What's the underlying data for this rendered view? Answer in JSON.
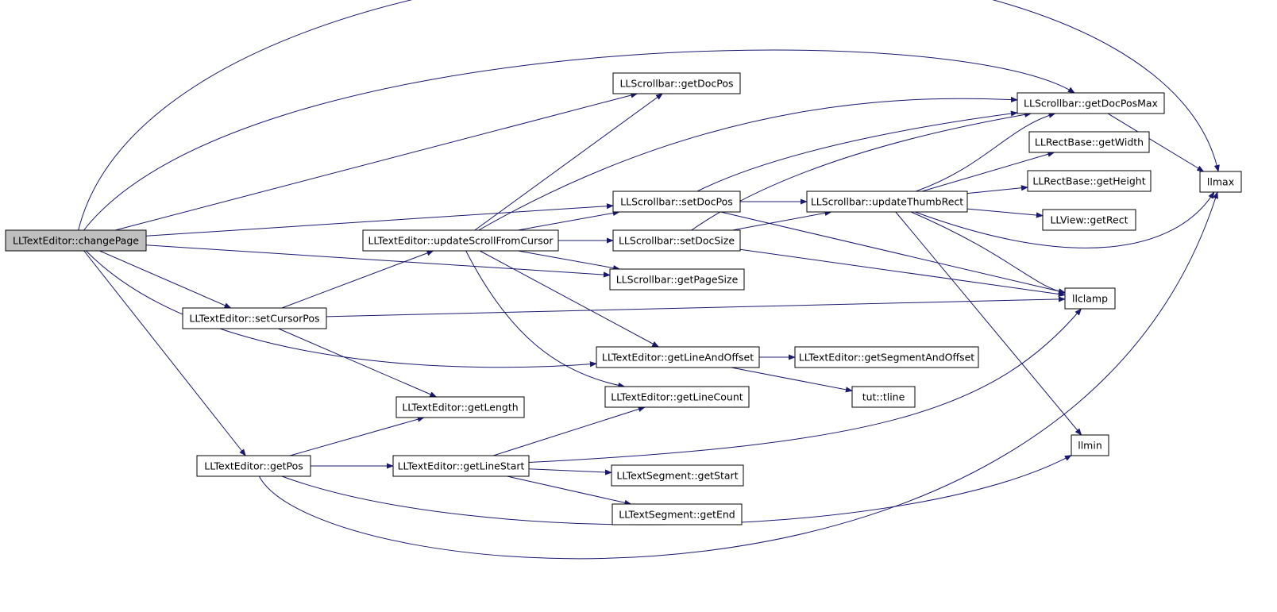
{
  "colors": {
    "edge": "#191970",
    "node_border": "#000000",
    "node_fill": "#ffffff",
    "root_fill": "#bfbfbf",
    "background": "#ffffff"
  },
  "nodes": {
    "changePage": {
      "label": "LLTextEditor::changePage",
      "root": true
    },
    "updateScrollFromCursor": {
      "label": "LLTextEditor::updateScrollFromCursor"
    },
    "setCursorPos": {
      "label": "LLTextEditor::setCursorPos"
    },
    "getPos": {
      "label": "LLTextEditor::getPos"
    },
    "getLength": {
      "label": "LLTextEditor::getLength"
    },
    "getLineStart": {
      "label": "LLTextEditor::getLineStart"
    },
    "sbGetDocPos": {
      "label": "LLScrollbar::getDocPos"
    },
    "sbSetDocPos": {
      "label": "LLScrollbar::setDocPos"
    },
    "sbSetDocSize": {
      "label": "LLScrollbar::setDocSize"
    },
    "sbGetPageSize": {
      "label": "LLScrollbar::getPageSize"
    },
    "getLineAndOffset": {
      "label": "LLTextEditor::getLineAndOffset"
    },
    "getLineCount": {
      "label": "LLTextEditor::getLineCount"
    },
    "segGetStart": {
      "label": "LLTextSegment::getStart"
    },
    "segGetEnd": {
      "label": "LLTextSegment::getEnd"
    },
    "sbUpdateThumbRect": {
      "label": "LLScrollbar::updateThumbRect"
    },
    "getSegmentAndOffset": {
      "label": "LLTextEditor::getSegmentAndOffset"
    },
    "tline": {
      "label": "tut::tline"
    },
    "sbGetDocPosMax": {
      "label": "LLScrollbar::getDocPosMax"
    },
    "rectGetWidth": {
      "label": "LLRectBase::getWidth"
    },
    "rectGetHeight": {
      "label": "LLRectBase::getHeight"
    },
    "viewGetRect": {
      "label": "LLView::getRect"
    },
    "llclamp": {
      "label": "llclamp"
    },
    "llmin": {
      "label": "llmin"
    },
    "llmax": {
      "label": "llmax"
    }
  },
  "edges": [
    [
      "changePage",
      "llmax"
    ],
    [
      "changePage",
      "sbGetDocPosMax"
    ],
    [
      "changePage",
      "sbGetDocPos"
    ],
    [
      "changePage",
      "sbSetDocPos"
    ],
    [
      "changePage",
      "sbGetPageSize"
    ],
    [
      "changePage",
      "setCursorPos"
    ],
    [
      "changePage",
      "getLineAndOffset"
    ],
    [
      "changePage",
      "getPos"
    ],
    [
      "updateScrollFromCursor",
      "sbGetDocPos"
    ],
    [
      "updateScrollFromCursor",
      "sbGetDocPosMax"
    ],
    [
      "updateScrollFromCursor",
      "sbSetDocPos"
    ],
    [
      "updateScrollFromCursor",
      "sbSetDocSize"
    ],
    [
      "updateScrollFromCursor",
      "sbGetPageSize"
    ],
    [
      "updateScrollFromCursor",
      "getLineAndOffset"
    ],
    [
      "updateScrollFromCursor",
      "getLineCount"
    ],
    [
      "setCursorPos",
      "updateScrollFromCursor"
    ],
    [
      "setCursorPos",
      "llclamp"
    ],
    [
      "setCursorPos",
      "getLength"
    ],
    [
      "getPos",
      "getLength"
    ],
    [
      "getPos",
      "getLineStart"
    ],
    [
      "getPos",
      "llmin"
    ],
    [
      "getPos",
      "llmax"
    ],
    [
      "getLineStart",
      "getLineCount"
    ],
    [
      "getLineStart",
      "llclamp"
    ],
    [
      "getLineStart",
      "segGetStart"
    ],
    [
      "getLineStart",
      "segGetEnd"
    ],
    [
      "sbSetDocPos",
      "sbUpdateThumbRect"
    ],
    [
      "sbSetDocPos",
      "sbGetDocPosMax"
    ],
    [
      "sbSetDocPos",
      "llclamp"
    ],
    [
      "sbSetDocSize",
      "sbUpdateThumbRect"
    ],
    [
      "sbSetDocSize",
      "sbGetDocPosMax"
    ],
    [
      "sbSetDocSize",
      "llclamp"
    ],
    [
      "getLineAndOffset",
      "getSegmentAndOffset"
    ],
    [
      "getLineAndOffset",
      "tline"
    ],
    [
      "sbUpdateThumbRect",
      "sbGetDocPosMax"
    ],
    [
      "sbUpdateThumbRect",
      "rectGetWidth"
    ],
    [
      "sbUpdateThumbRect",
      "rectGetHeight"
    ],
    [
      "sbUpdateThumbRect",
      "viewGetRect"
    ],
    [
      "sbUpdateThumbRect",
      "llclamp"
    ],
    [
      "sbUpdateThumbRect",
      "llmin"
    ],
    [
      "sbUpdateThumbRect",
      "llmax"
    ],
    [
      "sbGetDocPosMax",
      "llmax"
    ]
  ]
}
